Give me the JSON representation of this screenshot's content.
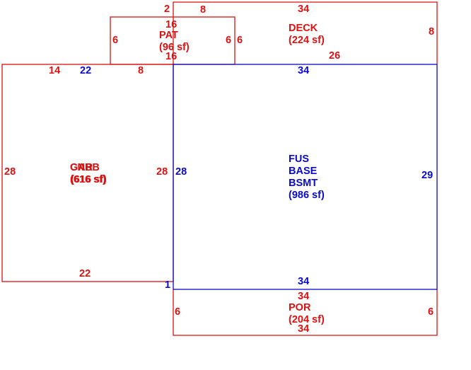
{
  "colors": {
    "red": "#dd1111",
    "blue": "#0a0ac8",
    "background": "#ffffff"
  },
  "areas": {
    "deck": {
      "code": "DECK",
      "area": "(224 sf)"
    },
    "patio": {
      "code": "PAT",
      "area": "(96 sf)"
    },
    "garage": {
      "code_a": "GAR",
      "code_b": "CNBB",
      "area_a": "(616 sf)",
      "area_b": "(616 sf)"
    },
    "main": {
      "code1": "FUS",
      "code2": "BASE",
      "code3": "BSMT",
      "area": "(986 sf)"
    },
    "porch": {
      "code": "POR",
      "area": "(204 sf)"
    }
  },
  "dimensions": {
    "deck_top_left": "2",
    "deck_top_mid": "8",
    "deck_top": "34",
    "deck_right": "8",
    "deck_left": "6",
    "deck_bottom": "26",
    "pat_top": "16",
    "pat_left": "6",
    "pat_right": "6",
    "pat_bottom": "16",
    "gar_top_a": "14",
    "gar_top_b": "22",
    "gar_top_c": "8",
    "gar_left": "28",
    "gar_right": "28",
    "gar_bottom": "22",
    "main_top": "34",
    "main_left": "28",
    "main_right": "29",
    "main_bottom": "34",
    "main_corner": "1",
    "por_top": "34",
    "por_left": "6",
    "por_right": "6",
    "por_bottom": "34"
  }
}
